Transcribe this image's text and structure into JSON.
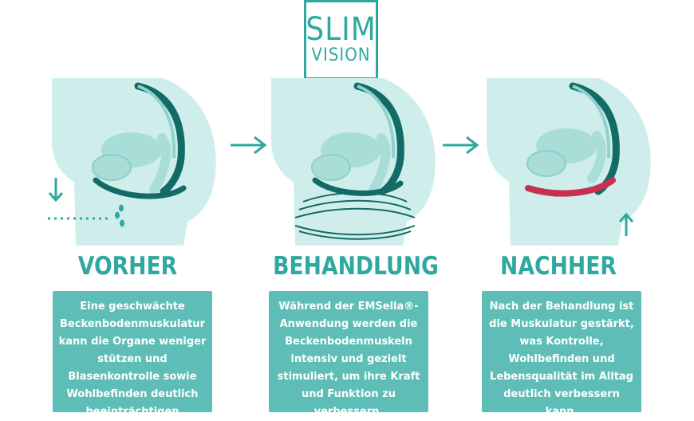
{
  "logo": {
    "line1": "SLIM",
    "line2": "VISION"
  },
  "panels": [
    {
      "heading": "VORHER",
      "text": "Eine geschwächte Beckenbodenmuskulatur kann die Organe weniger stützen und Blasenkontrolle sowie Wohlbefinden deutlich beeinträchtigen"
    },
    {
      "heading": "BEHANDLUNG",
      "text": "Während der EMSella®-Anwendung werden die Beckenbodenmuskeln intensiv und gezielt stimuliert, um ihre Kraft und Funktion zu verbessern."
    },
    {
      "heading": "NACHHER",
      "text": "Nach der Behandlung ist die Muskulatur gestärkt, was Kontrolle, Wohlbefinden und Lebensqualität im Alltag deutlich verbessern kann."
    }
  ],
  "colors": {
    "teal": "#2fa9a0",
    "dark_teal": "#126b66",
    "light_body": "#cfeeeb",
    "box": "#5ebeb7",
    "strong_muscle": "#c73050"
  },
  "icons": [
    "arrow-right-icon",
    "arrow-down-icon",
    "arrow-up-icon",
    "wave-lines-icon",
    "drip-icon"
  ]
}
